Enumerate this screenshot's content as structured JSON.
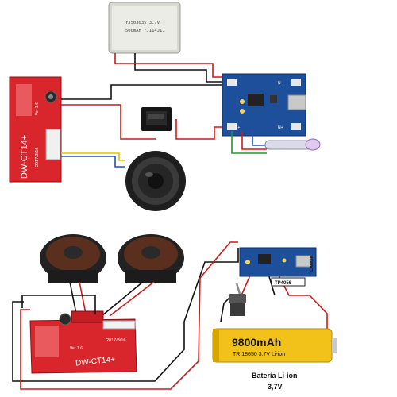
{
  "top_diagram": {
    "battery_label_line1": "YJ503035 3.7V",
    "battery_label_line2": "500mAh YJ114J11",
    "amp_board_label": "DW-CT14+",
    "amp_board_ver": "Ver 1.6",
    "amp_board_date": "2017/3/16",
    "charger_bminus": "B-",
    "charger_bplus": "B+",
    "charger_nminus": "N-",
    "charger_nplus": "N+"
  },
  "bottom_diagram": {
    "amp_board_label": "DW-CT14+",
    "amp_board_ver": "Ver 1.6",
    "amp_board_date": "2017/3/16",
    "charger_chip_label": "TP4056",
    "charge_port_label": "CARGA",
    "battery_capacity": "9800mAh",
    "battery_model": "TR 18650 3.7V  Li-ion",
    "battery_caption_line1": "Batería Li-ion",
    "battery_caption_line2": "3,7V"
  },
  "colors": {
    "wire_red": "#d01818",
    "wire_black": "#111111",
    "wire_green": "#1a9a2a",
    "wire_blue": "#2050c0",
    "wire_yellow": "#e8c000",
    "board_red": "#d8262c",
    "board_blue": "#1d4f9a",
    "battery_yellow": "#f2c21a"
  }
}
